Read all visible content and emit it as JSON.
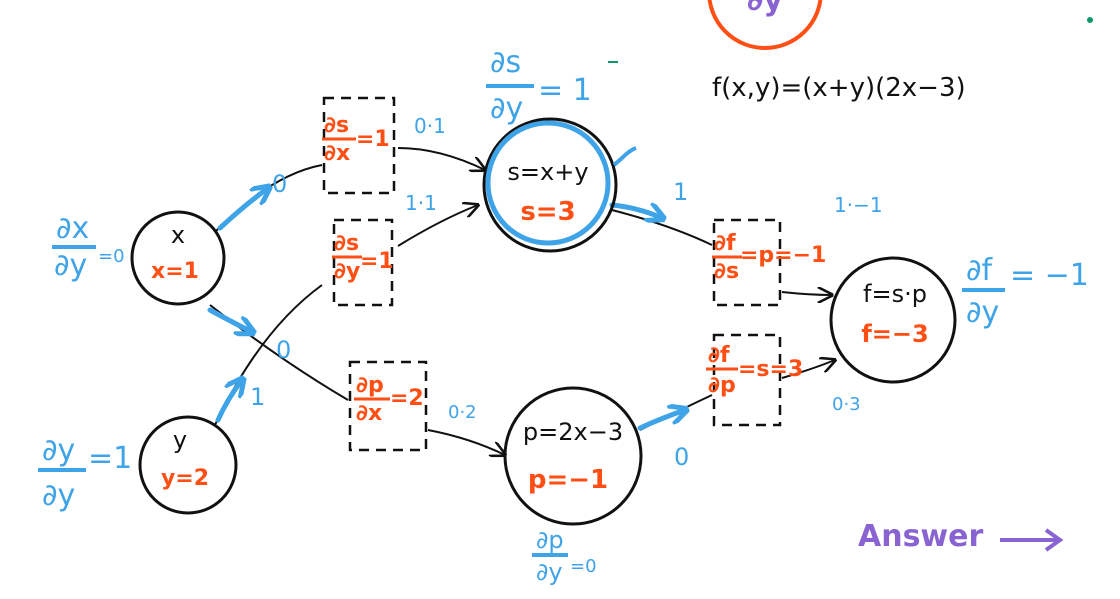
{
  "formula": "f(x,y)=(x+y)(2x−3)",
  "top_circle_label": "∂y",
  "nodes": {
    "x": {
      "name": "x",
      "value": "x=1"
    },
    "y": {
      "name": "y",
      "value": "y=2"
    },
    "s": {
      "name": "s=x+y",
      "value": "s=3"
    },
    "p": {
      "name": "p=2x−3",
      "value": "p=−1"
    },
    "f": {
      "name": "f=s·p",
      "value": "f=−3"
    }
  },
  "local_grads": [
    {
      "num": "∂s",
      "den": "∂x",
      "rhs": "=1"
    },
    {
      "num": "∂s",
      "den": "∂y",
      "rhs": "=1"
    },
    {
      "num": "∂p",
      "den": "∂x",
      "rhs": "=2"
    },
    {
      "num": "∂f",
      "den": "∂s",
      "rhs": "=p=−1"
    },
    {
      "num": "∂f",
      "den": "∂p",
      "rhs": "=s=3"
    }
  ],
  "grads": [
    {
      "num": "∂x",
      "den": "∂y",
      "rhs": "=0"
    },
    {
      "num": "∂y",
      "den": "∂y",
      "rhs": "=1"
    },
    {
      "num": "∂s",
      "den": "∂y",
      "rhs": "= 1"
    },
    {
      "num": "∂p",
      "den": "∂y",
      "rhs": "=0"
    },
    {
      "num": "∂f",
      "den": "∂y",
      "rhs": "= −1"
    }
  ],
  "edge_labels": [
    "0",
    "0",
    "1",
    "0·1",
    "1·1",
    "0·2",
    "1",
    "0",
    "1·−1",
    "0·3"
  ],
  "answer_label": "Answer",
  "colors": {
    "ink": "#111111",
    "orange": "#ff4f14",
    "blue": "#3fa3e8",
    "purple": "#8a63d2",
    "green": "#0a9a6a"
  }
}
